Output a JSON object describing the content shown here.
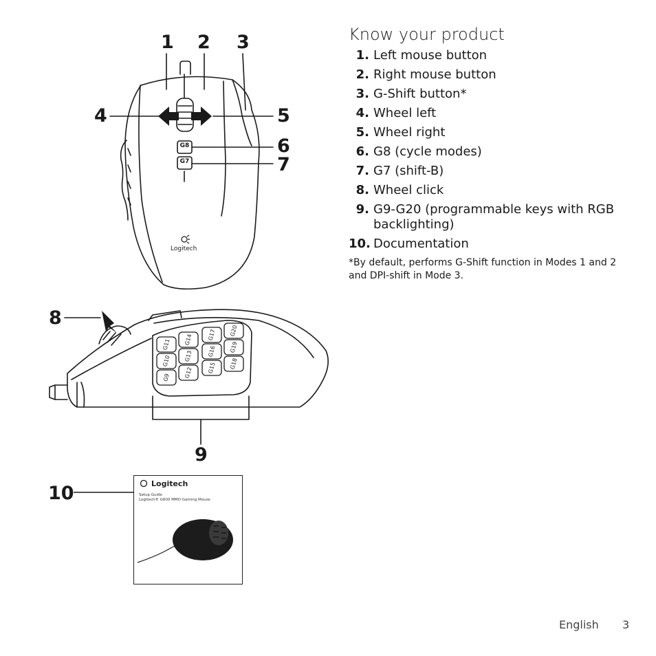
{
  "callouts": {
    "c1": "1",
    "c2": "2",
    "c3": "3",
    "c4": "4",
    "c5": "5",
    "c6": "6",
    "c7": "7",
    "c8": "8",
    "c9": "9",
    "c10": "10"
  },
  "mouse_top": {
    "button_g8": "G8",
    "button_g7": "G7",
    "logo_text": "Logitech"
  },
  "side_keys": [
    "G11",
    "G14",
    "G17",
    "G20",
    "G10",
    "G13",
    "G16",
    "G19",
    "G9",
    "G12",
    "G15",
    "G18"
  ],
  "documentation": {
    "logo_text": "Logitech",
    "line1": "Setup Guide",
    "line2": "Logitech® G600 MMO Gaming Mouse"
  },
  "section": {
    "title": "Know your product",
    "items": [
      {
        "num": "1.",
        "text": "Left mouse button"
      },
      {
        "num": "2.",
        "text": "Right mouse button"
      },
      {
        "num": "3.",
        "text": "G-Shift button*"
      },
      {
        "num": "4.",
        "text": "Wheel left"
      },
      {
        "num": "5.",
        "text": "Wheel right"
      },
      {
        "num": "6.",
        "text": "G8 (cycle modes)"
      },
      {
        "num": "7.",
        "text": "G7 (shift-B)"
      },
      {
        "num": "8.",
        "text": "Wheel click"
      },
      {
        "num": "9.",
        "text": "G9-G20 (programmable keys with RGB backlighting)"
      },
      {
        "num": "10.",
        "text": "Documentation"
      }
    ],
    "note": "*By default, performs G-Shift function in Modes 1 and 2 and DPI-shift in Mode 3."
  },
  "footer": {
    "language": "English",
    "page_number": "3"
  }
}
